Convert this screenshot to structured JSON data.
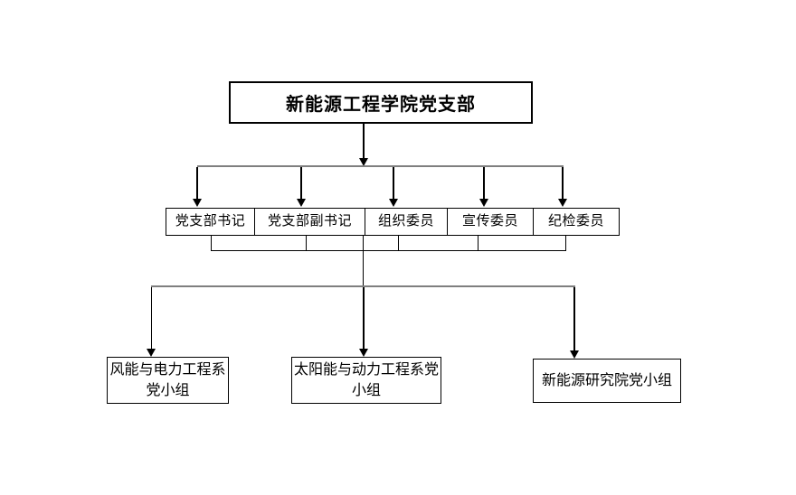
{
  "diagram": {
    "title_box": {
      "label": "新能源工程学院党支部"
    },
    "officer_boxes": [
      {
        "label": "党支部书记"
      },
      {
        "label": "党支部副书记"
      },
      {
        "label": "组织委员"
      },
      {
        "label": "宣传委员"
      },
      {
        "label": "纪检委员"
      }
    ],
    "group_boxes": [
      {
        "label": "风能与电力工程系\n党小组"
      },
      {
        "label": "太阳能与动力工程系党\n小组"
      },
      {
        "label": "新能源研究院党小组"
      }
    ],
    "colors": {
      "box_border": "#000000",
      "text": "#000000",
      "connector_black": "#000000",
      "distribution_line_gray": "#7f7f7f",
      "background": "#ffffff"
    }
  }
}
